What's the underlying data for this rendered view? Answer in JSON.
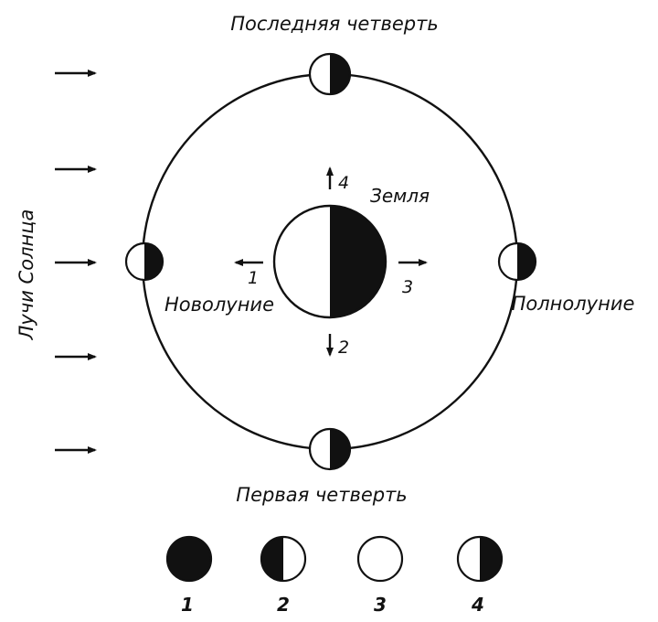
{
  "labels": {
    "last_quarter": "Последняя четверть",
    "first_quarter": "Первая четверть",
    "new_moon": "Новолуние",
    "full_moon": "Полнолуние",
    "earth": "Земля",
    "sun_rays": "Лучи Солнца"
  },
  "directions": {
    "left": "1",
    "down": "2",
    "right": "3",
    "up": "4"
  },
  "phases": [
    {
      "label": "1",
      "phase": "new-moon"
    },
    {
      "label": "2",
      "phase": "first-quarter"
    },
    {
      "label": "3",
      "phase": "full-moon"
    },
    {
      "label": "4",
      "phase": "last-quarter"
    }
  ],
  "colors": {
    "ink": "#111111",
    "paper": "#ffffff"
  }
}
